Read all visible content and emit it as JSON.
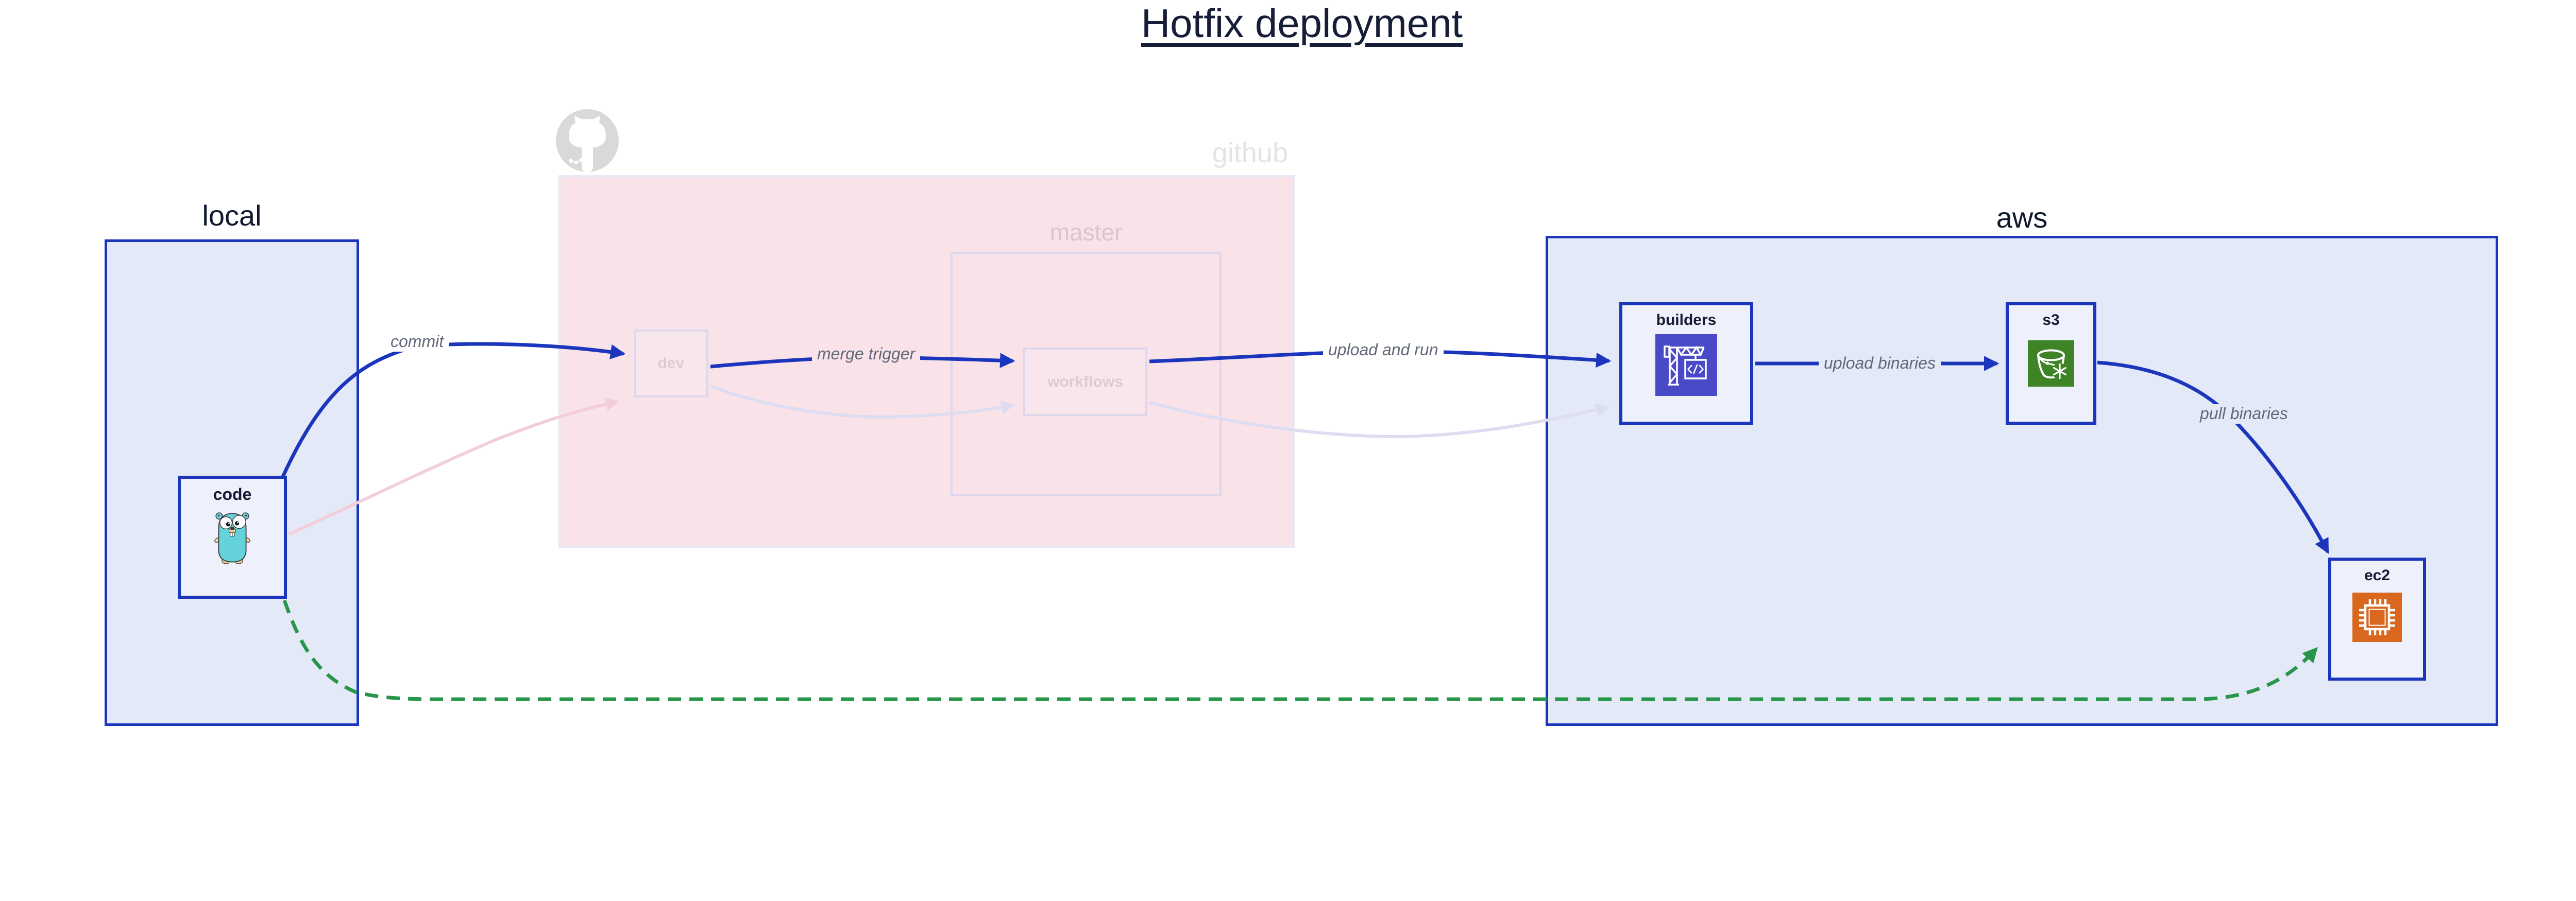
{
  "title": "Hotfix deployment",
  "groups": {
    "local": {
      "label": "local"
    },
    "github": {
      "label": "github"
    },
    "master": {
      "label": "master"
    },
    "aws": {
      "label": "aws"
    }
  },
  "nodes": {
    "code": {
      "label": "code",
      "icon": "go-gopher-icon",
      "group": "local"
    },
    "dev": {
      "label": "dev",
      "icon": null,
      "group": "github/master",
      "faded": true
    },
    "workflows": {
      "label": "workflows",
      "icon": null,
      "group": "github/master",
      "faded": true
    },
    "builders": {
      "label": "builders",
      "icon": "aws-codebuild-icon",
      "group": "aws"
    },
    "s3": {
      "label": "s3",
      "icon": "aws-s3-glacier-icon",
      "group": "aws"
    },
    "ec2": {
      "label": "ec2",
      "icon": "aws-ec2-chip-icon",
      "group": "aws"
    }
  },
  "edges": {
    "commit": {
      "label": "commit",
      "from": "code",
      "to": "dev",
      "style": "solid-blue"
    },
    "merge_trigger": {
      "label": "merge trigger",
      "from": "dev",
      "to": "workflows",
      "style": "solid-blue"
    },
    "upload_and_run": {
      "label": "upload and run",
      "from": "workflows",
      "to": "builders",
      "style": "solid-blue"
    },
    "upload_binaries": {
      "label": "upload binaries",
      "from": "builders",
      "to": "s3",
      "style": "solid-blue"
    },
    "pull_binaries": {
      "label": "pull binaries",
      "from": "s3",
      "to": "ec2",
      "style": "solid-blue"
    },
    "code_dev_ghost": {
      "label": "",
      "from": "code",
      "to": "dev",
      "style": "faded-pink"
    },
    "dev_workflows_ghost": {
      "label": "",
      "from": "dev",
      "to": "workflows",
      "style": "faded-lavender"
    },
    "workflows_builders_ghost": {
      "label": "",
      "from": "workflows",
      "to": "builders",
      "style": "faded-lavender"
    },
    "code_ec2_hotfix": {
      "label": "",
      "from": "code",
      "to": "ec2",
      "style": "dashed-green"
    }
  },
  "colors": {
    "accent_blue": "#1b36bd",
    "group_fill_blue": "#e4e9f8",
    "node_fill": "#eef1fb",
    "github_fill_pink": "#f9e3e8",
    "faded_border": "#ded7ec",
    "faded_pink_edge": "#f3ced9",
    "faded_lavender_edge": "#dddcf0",
    "dashed_green": "#27964a",
    "edge_label_gray": "#62687a",
    "codebuild_purple": "#4a4ac9",
    "s3_green": "#3e8427",
    "ec2_orange": "#d9681e",
    "gopher_teal": "#64d2db",
    "octocat_gray": "#d9d9d9",
    "title_navy": "#161d36"
  }
}
